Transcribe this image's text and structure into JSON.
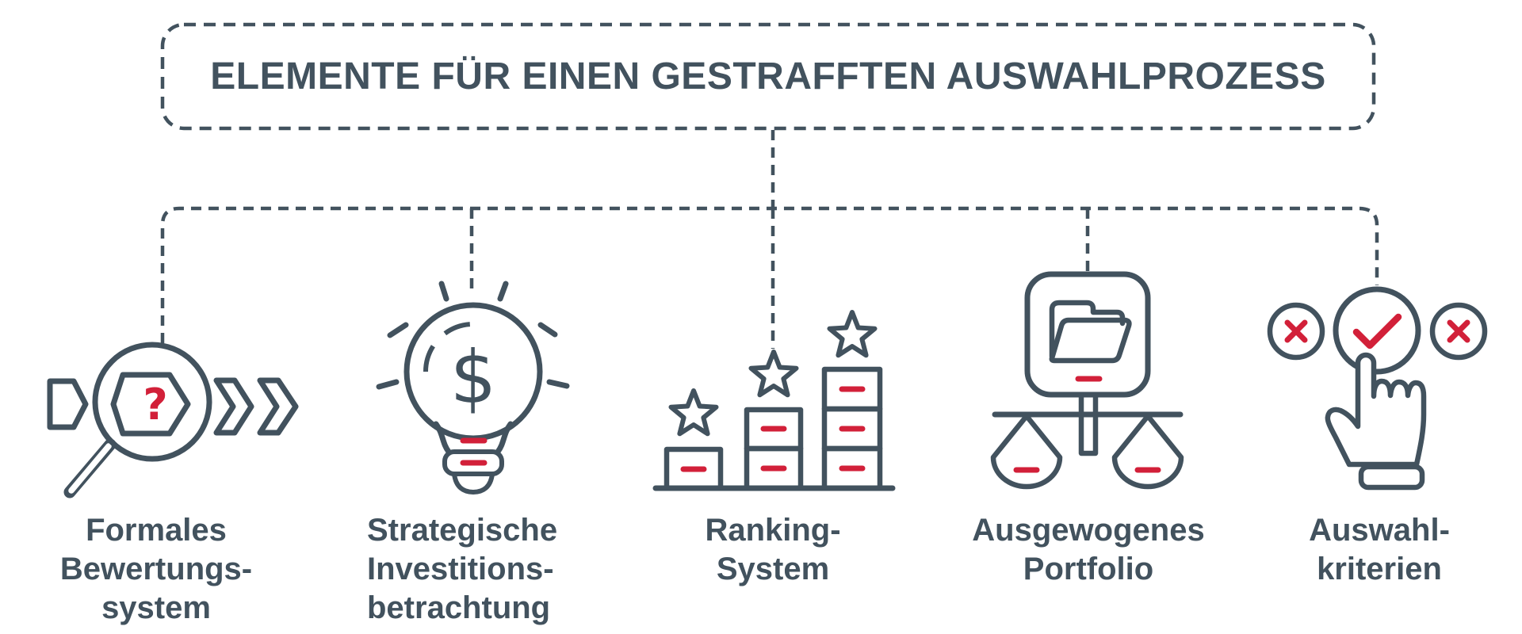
{
  "title": "ELEMENTE FÜR EINEN GESTRAFFTEN AUSWAHLPROZESS",
  "colors": {
    "slate": "#42525e",
    "red": "#d22039",
    "background": "#ffffff"
  },
  "glyphs": {
    "question_mark": "?",
    "dollar_sign": "$"
  },
  "items": [
    {
      "name": "formal-evaluation-system",
      "icon": "magnifier-process-icon",
      "lines": [
        "Formales",
        "Bewertungs-",
        "system"
      ]
    },
    {
      "name": "strategic-investment-consideration",
      "icon": "dollar-lightbulb-icon",
      "lines": [
        "Strategische",
        "Investitions-",
        "betrachtung"
      ]
    },
    {
      "name": "ranking-system",
      "icon": "ranking-bars-stars-icon",
      "lines": [
        "Ranking-",
        "System"
      ]
    },
    {
      "name": "balanced-portfolio",
      "icon": "folder-balance-scale-icon",
      "lines": [
        "Ausgewogenes",
        "Portfolio"
      ]
    },
    {
      "name": "selection-criteria",
      "icon": "hand-check-selection-icon",
      "lines": [
        "Auswahl-",
        "kriterien"
      ]
    }
  ]
}
